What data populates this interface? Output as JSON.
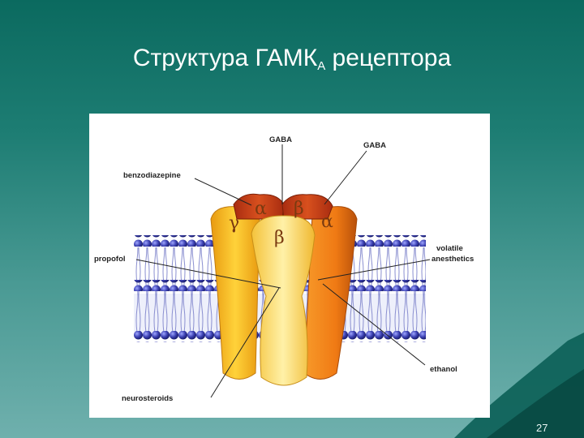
{
  "slide": {
    "title_main": "Структура ГАМК",
    "title_sub": "А",
    "title_tail": " рецептора",
    "page_number": "27"
  },
  "diagram": {
    "labels": {
      "gaba_top": "GABA",
      "gaba_right": "GABA",
      "benzodiazepine": "benzodiazepine",
      "propofol": "propofol",
      "volatile_1": "volatile",
      "volatile_2": "anesthetics",
      "ethanol": "ethanol",
      "neurosteroids": "neurosteroids"
    },
    "subunits": {
      "gamma": "γ",
      "alpha_left": "α",
      "beta_back": "β",
      "alpha_right": "α",
      "beta_front": "β"
    },
    "colors": {
      "membrane_bead": "#3a3fb0",
      "subunit_yellow": "#f6c21a",
      "subunit_orange": "#f07a14",
      "subunit_red": "#c8401a",
      "subunit_front": "#fbe07a"
    }
  }
}
